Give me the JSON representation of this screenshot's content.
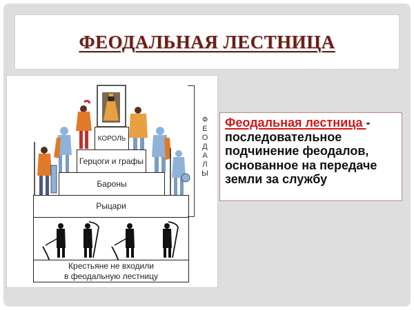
{
  "slide": {
    "title": "ФЕОДАЛЬНАЯ ЛЕСТНИЦА",
    "colors": {
      "title": "#6b1f16",
      "term": "#d01818",
      "frame": "#dedede"
    }
  },
  "diagram": {
    "levels": [
      {
        "label": "КОРОЛЬ"
      },
      {
        "label": "Герцоги и графы"
      },
      {
        "label": "Бароны"
      },
      {
        "label": "Рыцари"
      }
    ],
    "peasants_caption_line1": "Крестьяне не входили",
    "peasants_caption_line2": "в феодальную лестницу",
    "bracket_label": "ФЕОДАЛЫ"
  },
  "definition": {
    "term": "Феодальная лестница ",
    "dash": "-",
    "body": "последовательное подчинение феодалов, основанное на передаче земли за службу"
  }
}
